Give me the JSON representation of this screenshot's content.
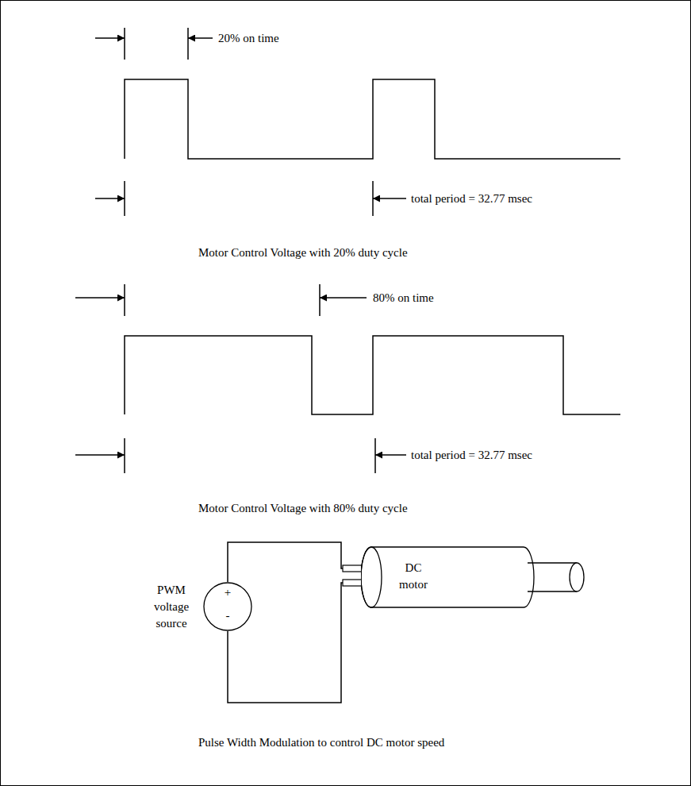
{
  "diagram": {
    "caption": "Pulse Width Modulation to control DC motor speed",
    "nodes": [
      {
        "text": [
          "PWM voltage source",
          "+",
          "-"
        ]
      },
      {
        "text": [
          "DC motor"
        ]
      }
    ],
    "edges": [
      {
        "from": 0,
        "to": 1,
        "arrow": "none"
      },
      {
        "from": 0,
        "to": 1,
        "arrow": "none"
      }
    ],
    "labels": [
      "20% on time",
      "total period = 32.77 msec",
      "Motor Control Voltage with 20% duty cycle",
      "80% on time",
      "total period = 32.77 msec",
      "Motor Control Voltage with 80% duty cycle"
    ]
  }
}
